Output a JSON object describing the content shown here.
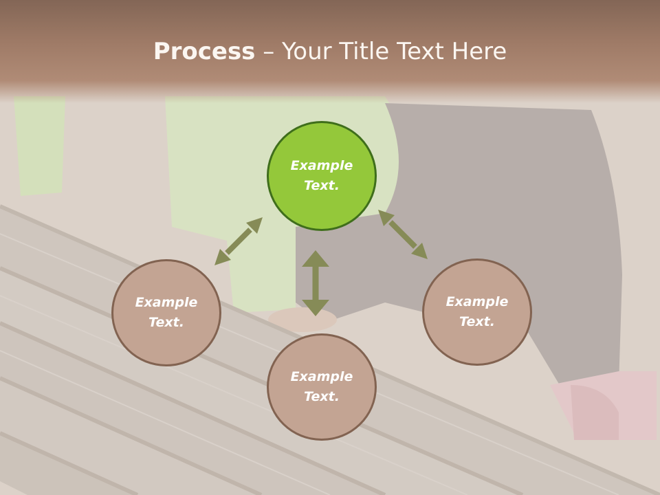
{
  "slide": {
    "title_bold": "Process",
    "title_rest": " – Your Title Text Here"
  },
  "nodes": {
    "top": "Example\nText.",
    "left": "Example\nText.",
    "right": "Example\nText.",
    "bottom": "Example\nText."
  },
  "colors": {
    "accent_green": "#94c83a",
    "green_border": "#3f6e1b",
    "node_fill": "#c3a493",
    "node_border": "#826351",
    "arrow": "#868b57",
    "title_bar": "#9e7a66"
  }
}
